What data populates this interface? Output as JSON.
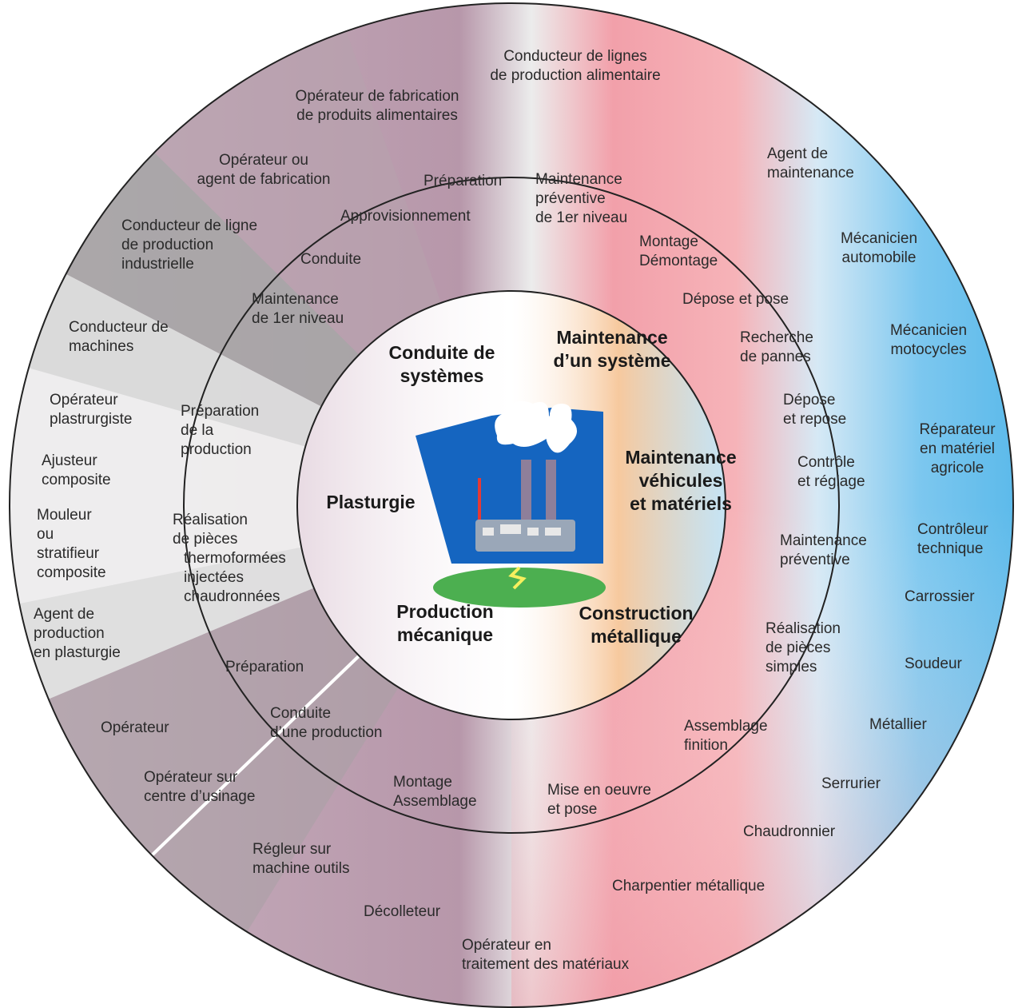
{
  "colors": {
    "mauve": "#b99aab",
    "pink": "#f0a3ab",
    "blue": "#6fc3ee",
    "grey": "#a3a3a3",
    "white_band": "#f2f2f2",
    "factory_blue": "#1565c0",
    "grass_green": "#4caf50",
    "smoke_white": "#ffffff"
  },
  "core": {
    "conduite": [
      "Conduite de",
      "systèmes"
    ],
    "maintenance_systeme": [
      "Maintenance",
      "d’un système"
    ],
    "plasturgie": [
      "Plasturgie"
    ],
    "maintenance_vehicules": [
      "Maintenance",
      "véhicules",
      "et matériels"
    ],
    "production_mecanique": [
      "Production",
      "mécanique"
    ],
    "construction_metallique": [
      "Construction",
      "métallique"
    ]
  },
  "middle": {
    "preparation_top": [
      "Préparation"
    ],
    "approvisionnement": [
      "Approvisionnement"
    ],
    "conduite": [
      "Conduite"
    ],
    "maintenance_1er": [
      "Maintenance",
      "de 1er niveau"
    ],
    "maintenance_preventive_1er": [
      "Maintenance",
      "préventive",
      "de 1er niveau"
    ],
    "montage_demontage": [
      "Montage",
      "Démontage"
    ],
    "depose_pose": [
      "Dépose et pose"
    ],
    "recherche_pannes": [
      "Recherche",
      "de pannes"
    ],
    "depose_repose": [
      "Dépose",
      "et repose"
    ],
    "controle_reglage": [
      "Contrôle",
      "et réglage"
    ],
    "maintenance_preventive": [
      "Maintenance",
      "préventive"
    ],
    "realisation_simples": [
      "Réalisation",
      "de pièces",
      "simples"
    ],
    "assemblage_finition": [
      "Assemblage",
      "finition"
    ],
    "mise_en_oeuvre": [
      "Mise en oeuvre",
      "et pose"
    ],
    "montage_assemblage": [
      "Montage",
      "Assemblage"
    ],
    "conduite_production": [
      "Conduite",
      "d’une production"
    ],
    "preparation_bottom": [
      "Préparation"
    ],
    "preparation_production": [
      "Préparation",
      "de la",
      "production"
    ],
    "realisation_pieces": [
      "Réalisation",
      "de pièces",
      "thermoformées",
      "injectées",
      "chaudronnées"
    ]
  },
  "outer": {
    "conducteur_alimentaire": [
      "Conducteur de lignes",
      "de production alimentaire"
    ],
    "operateur_alimentaire": [
      "Opérateur de fabrication",
      "de produits alimentaires"
    ],
    "operateur_agent": [
      "Opérateur ou",
      "agent de fabrication"
    ],
    "conducteur_ligne_industrielle": [
      "Conducteur de ligne",
      "de production",
      "industrielle"
    ],
    "conducteur_machines": [
      "Conducteur de",
      "machines"
    ],
    "operateur_plasturgiste": [
      "Opérateur",
      "plastrurgiste"
    ],
    "ajusteur_composite": [
      "Ajusteur",
      "composite"
    ],
    "mouleur": [
      "Mouleur",
      "ou",
      "stratifieur",
      "composite"
    ],
    "agent_plasturgie": [
      "Agent de",
      "production",
      "en plasturgie"
    ],
    "operateur": [
      "Opérateur"
    ],
    "operateur_usinage": [
      "Opérateur sur",
      "centre d’usinage"
    ],
    "regleur": [
      "Régleur sur",
      "machine outils"
    ],
    "decolleteur": [
      "Décolleteur"
    ],
    "operateur_traitement": [
      "Opérateur en",
      "traitement des matériaux"
    ],
    "charpentier": [
      "Charpentier métallique"
    ],
    "chaudronnier": [
      "Chaudronnier"
    ],
    "serrurier": [
      "Serrurier"
    ],
    "metallier": [
      "Métallier"
    ],
    "soudeur": [
      "Soudeur"
    ],
    "carrossier": [
      "Carrossier"
    ],
    "controleur": [
      "Contrôleur",
      "technique"
    ],
    "reparateur": [
      "Réparateur",
      "en matériel",
      "agricole"
    ],
    "mecanicien_moto": [
      "Mécanicien",
      "motocycles"
    ],
    "mecanicien_auto": [
      "Mécanicien",
      "automobile"
    ],
    "agent_maintenance": [
      "Agent de",
      "maintenance"
    ]
  }
}
